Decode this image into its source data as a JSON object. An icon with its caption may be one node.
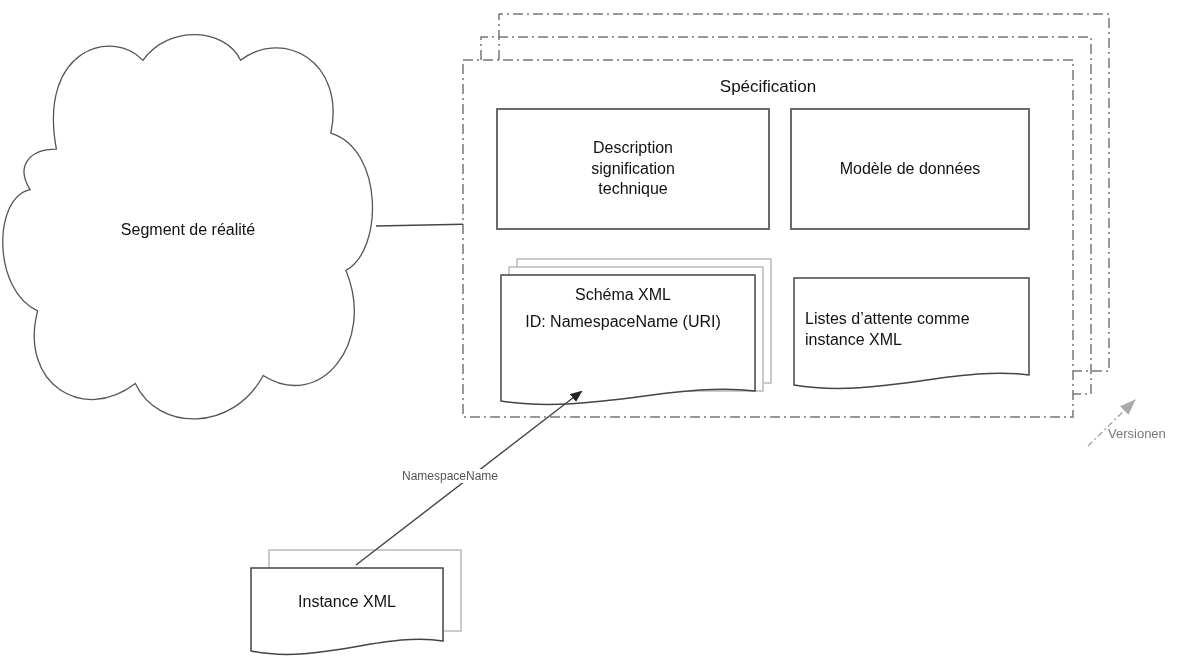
{
  "diagram": {
    "nodes": [
      {
        "text": [
          "Segment de réalité"
        ]
      },
      {
        "text": [
          "Spécification"
        ]
      },
      {
        "text": [
          "Description signification technique"
        ],
        "in": 1
      },
      {
        "text": [
          "Modèle de données"
        ],
        "in": 1
      },
      {
        "text": [
          "Schéma XML",
          "ID: NamespaceName (URI)"
        ],
        "in": 1
      },
      {
        "text": [
          "Listes d’attente comme instance XML"
        ],
        "in": 1
      },
      {
        "text": [
          "Instance XML"
        ]
      }
    ],
    "edges": [
      {
        "from": 0,
        "to": 1,
        "arrow": "none"
      },
      {
        "from": 6,
        "to": 4,
        "arrow": "to",
        "label": "NamespaceName"
      }
    ],
    "labels": [
      "Versionen"
    ]
  }
}
